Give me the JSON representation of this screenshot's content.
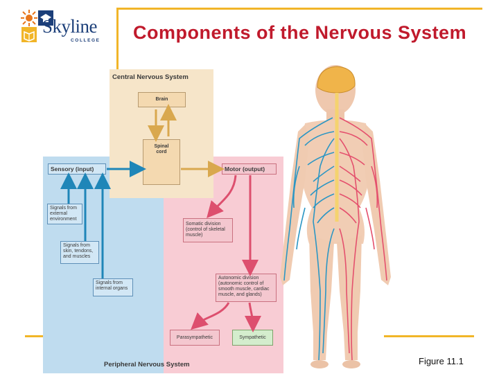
{
  "logo": {
    "name": "Skyline",
    "sub": "COLLEGE"
  },
  "slide": {
    "title": "Components of the Nervous System",
    "caption": "Figure 11.1"
  },
  "diagram": {
    "cns": {
      "title": "Central Nervous System",
      "brain": "Brain",
      "spinal_cord": "Spinal cord"
    },
    "pns": {
      "title": "Peripheral Nervous System",
      "sensory": "Sensory (input)",
      "motor": "Motor (output)",
      "signals_external": "Signals from external environment",
      "signals_skin": "Signals from skin, tendons, and muscles",
      "signals_internal": "Signals from internal organs",
      "somatic": "Somatic division (control of skeletal muscle)",
      "autonomic": "Autonomic division (autonomic control of smooth muscle, cardiac muscle, and glands)",
      "parasympathetic": "Parasympathetic",
      "sympathetic": "Sympathetic"
    }
  },
  "colors": {
    "title": "#c01a2c",
    "gold": "#f1b528",
    "cns_bg": "#f6e5c9",
    "sensory_bg": "#bfdcef",
    "motor_bg": "#f8ccd4",
    "nerve_blue": "#2b96c4",
    "nerve_red": "#e4506d",
    "brain": "#f0b44a"
  }
}
